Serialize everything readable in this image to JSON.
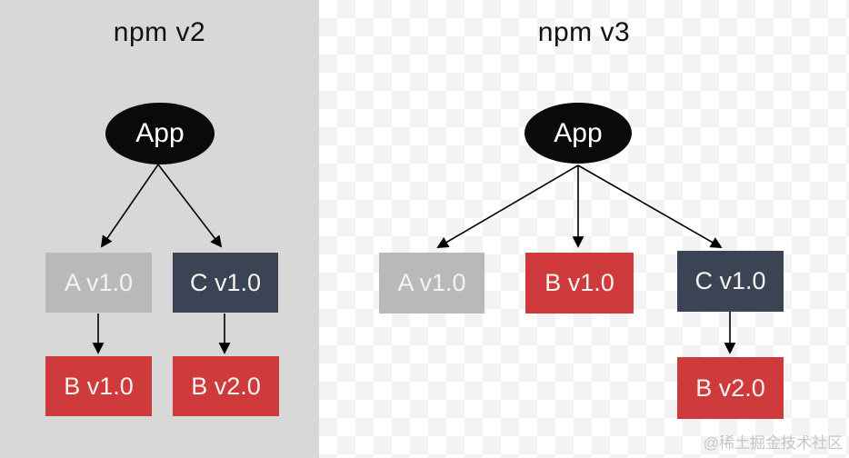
{
  "page": {
    "watermark": "@稀土掘金技术社区"
  },
  "colors": {
    "panel_left_bg": "#d8d8d8",
    "checker": "#f3f3f3",
    "node_app": "#0a0a0a",
    "node_gray": "#b9b9b9",
    "node_navy": "#3b4454",
    "node_red": "#cf3b3d",
    "node_text": "#f6f3ef",
    "title_text": "#111111",
    "edge_color": "#000000",
    "watermark_color": "#c6c6c6"
  },
  "panels": [
    {
      "id": "npm-v2",
      "title": "npm v2",
      "nodes": [
        {
          "id": "app",
          "label": "App",
          "type": "app-ellipse"
        },
        {
          "id": "a1",
          "label": "A v1.0",
          "type": "gray"
        },
        {
          "id": "c1",
          "label": "C v1.0",
          "type": "navy"
        },
        {
          "id": "b1",
          "label": "B v1.0",
          "type": "red"
        },
        {
          "id": "b2",
          "label": "B v2.0",
          "type": "red"
        }
      ],
      "edges": [
        {
          "from": "app",
          "to": "a1"
        },
        {
          "from": "app",
          "to": "c1"
        },
        {
          "from": "a1",
          "to": "b1"
        },
        {
          "from": "c1",
          "to": "b2"
        }
      ]
    },
    {
      "id": "npm-v3",
      "title": "npm v3",
      "nodes": [
        {
          "id": "app",
          "label": "App",
          "type": "app-ellipse"
        },
        {
          "id": "a1",
          "label": "A v1.0",
          "type": "gray"
        },
        {
          "id": "b1",
          "label": "B v1.0",
          "type": "red"
        },
        {
          "id": "c1",
          "label": "C v1.0",
          "type": "navy"
        },
        {
          "id": "b2",
          "label": "B v2.0",
          "type": "red"
        }
      ],
      "edges": [
        {
          "from": "app",
          "to": "a1"
        },
        {
          "from": "app",
          "to": "b1"
        },
        {
          "from": "app",
          "to": "c1"
        },
        {
          "from": "c1",
          "to": "b2"
        }
      ]
    }
  ]
}
